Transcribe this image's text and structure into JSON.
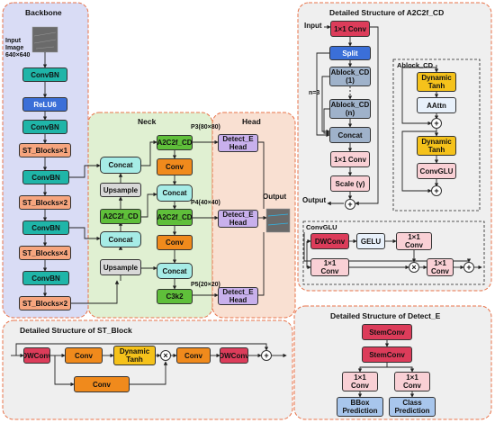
{
  "panels": {
    "backbone": "Backbone",
    "neck": "Neck",
    "head": "Head",
    "a2c2f": "Detailed Structure of A2C2f_CD",
    "aablock": "Ablock_CD",
    "convglu": "ConvGLU",
    "stblock": "Detailed Structure of ST_Block",
    "detect": "Detailed Structure of Detect_E"
  },
  "backbone": {
    "input_label": "Input\nImage\n640×640",
    "blocks": [
      "ConvBN",
      "ReLU6",
      "ConvBN",
      "ST_Blocks×1",
      "ConvBN",
      "ST_Blocks×2",
      "ConvBN",
      "ST_Blocks×4",
      "ConvBN",
      "ST_Blocks×2"
    ]
  },
  "neck": {
    "concat": "Concat",
    "upsample": "Upsample",
    "a2c2f": "A2C2f_CD",
    "conv": "Conv",
    "c3k2": "C3k2",
    "p3": "P3(80×80)",
    "p4": "P4(40×40)",
    "p5": "P5(20×20)"
  },
  "head": {
    "detect": "Detect_E\nHead",
    "output": "Output"
  },
  "a2c2f": {
    "input": "Input",
    "output": "Output",
    "conv1": "1×1 Conv",
    "split": "Split",
    "ablock1": "Ablock_CD\n(1)",
    "ablockn": "Ablock_CD\n(n)",
    "n_label": "n=3",
    "concat": "Concat",
    "conv2": "1×1 Conv",
    "scale": "Scale (γ)"
  },
  "ablock": {
    "dyn1": "Dynamic\nTanh",
    "aattn": "AAttn",
    "dyn2": "Dynamic\nTanh",
    "convglu": "ConvGLU"
  },
  "convglu": {
    "dwconv": "DWConv",
    "gelu": "GELU",
    "conv_a": "1×1\nConv",
    "conv_b": "1×1\nConv",
    "conv_c": "1×1\nConv"
  },
  "stblock": {
    "dwconv1": "DWConv",
    "conv1": "Conv",
    "dyn": "Dynamic\nTanh",
    "conv2": "Conv",
    "dwconv2": "DWConv",
    "conv_branch": "Conv"
  },
  "detect": {
    "stem1": "StemConv",
    "stem2": "StemConv",
    "conv_a": "1×1\nConv",
    "conv_b": "1×1\nConv",
    "bbox": "BBox\nPrediction",
    "cls": "Class\nPrediction"
  },
  "colors": {
    "backbone_bg": "#d9dcf5",
    "neck_bg": "#e0f0d2",
    "head_bg": "#f9e0d2",
    "panel_bg": "#efefef",
    "panel_border": "#e8734a"
  }
}
